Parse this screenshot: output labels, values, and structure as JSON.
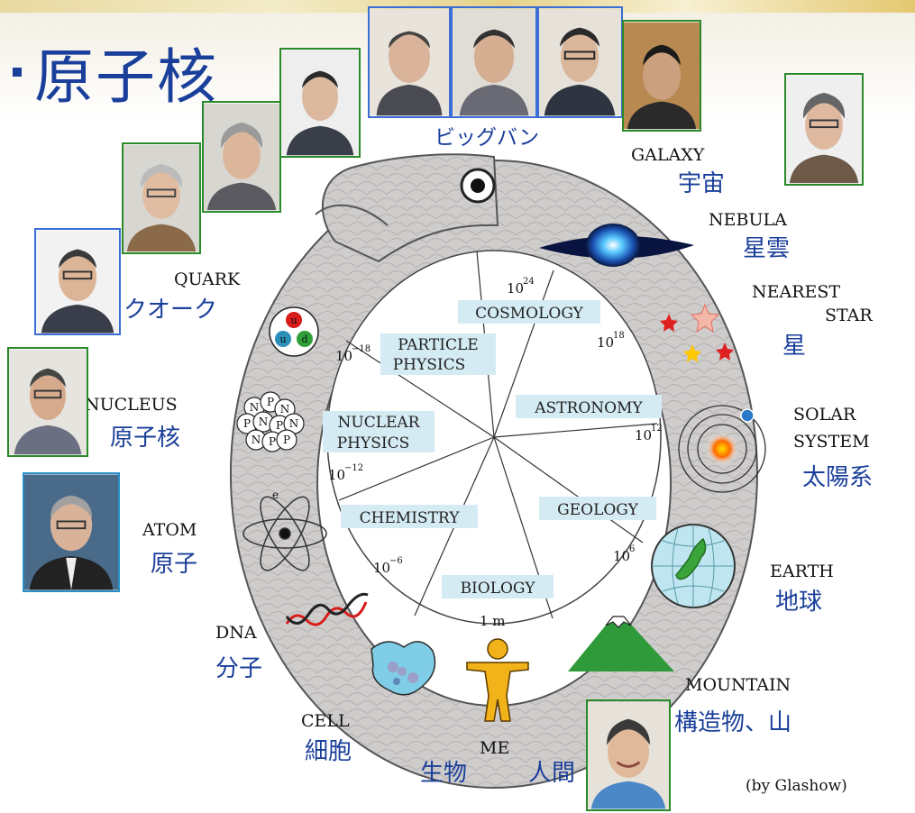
{
  "title": "原子核",
  "bigbang_label": "ビッグバン",
  "labels": {
    "galaxy_en": "GALAXY",
    "galaxy_jp": "宇宙",
    "nebula_en": "NEBULA",
    "nebula_jp": "星雲",
    "nearest_en": "NEAREST",
    "star_en": "STAR",
    "star_jp": "星",
    "solar_en": "SOLAR",
    "system_en": "SYSTEM",
    "solar_jp": "太陽系",
    "earth_en": "EARTH",
    "earth_jp": "地球",
    "mountain_en": "MOUNTAIN",
    "mountain_jp": "構造物、山",
    "me_en": "ME",
    "me_jp1": "生物",
    "me_jp2": "人間",
    "cell_en": "CELL",
    "cell_jp": "細胞",
    "dna_en": "DNA",
    "dna_jp": "分子",
    "atom_en": "ATOM",
    "atom_jp": "原子",
    "nucleus_en": "NUCLEUS",
    "nucleus_jp": "原子核",
    "quark_en": "QUARK",
    "quark_jp": "クオーク"
  },
  "fields": {
    "cosmology": "COSMOLOGY",
    "particle1": "PARTICLE",
    "particle2": "PHYSICS",
    "astronomy": "ASTRONOMY",
    "nuclear1": "NUCLEAR",
    "nuclear2": "PHYSICS",
    "chemistry": "CHEMISTRY",
    "geology": "GEOLOGY",
    "biology": "BIOLOGY"
  },
  "scales": {
    "e24": "10",
    "e24_exp": "24",
    "e18": "10",
    "e18_exp": "18",
    "em18": "10",
    "em18_exp": "−18",
    "e12": "10",
    "e12_exp": "12",
    "em12": "10",
    "em12_exp": "−12",
    "em6": "10",
    "em6_exp": "−6",
    "e6": "10",
    "e6_exp": "6",
    "one_m": "1 m"
  },
  "quark_letters": {
    "u1": "u",
    "u2": "u",
    "d": "d"
  },
  "nucleon_letters": [
    "N",
    "P",
    "N",
    "P",
    "N",
    "P",
    "N",
    "N",
    "P",
    "P"
  ],
  "electron_label": "e",
  "credit": "(by Glashow)",
  "colors": {
    "title": "#1a3f9a",
    "japanese_label": "#1a3f9a",
    "field_box": "#d4ebf3",
    "snake_body": "#cfcccc",
    "photo_border_blue": "#3b6fd6",
    "photo_border_green": "#2a8a2a"
  },
  "icons": [
    "eye-icon",
    "galaxy-icon",
    "stars-icon",
    "solar-system-icon",
    "earth-icon",
    "mountain-icon",
    "person-icon",
    "cell-icon",
    "dna-icon",
    "atom-icon",
    "nucleus-icon",
    "quark-icon"
  ]
}
